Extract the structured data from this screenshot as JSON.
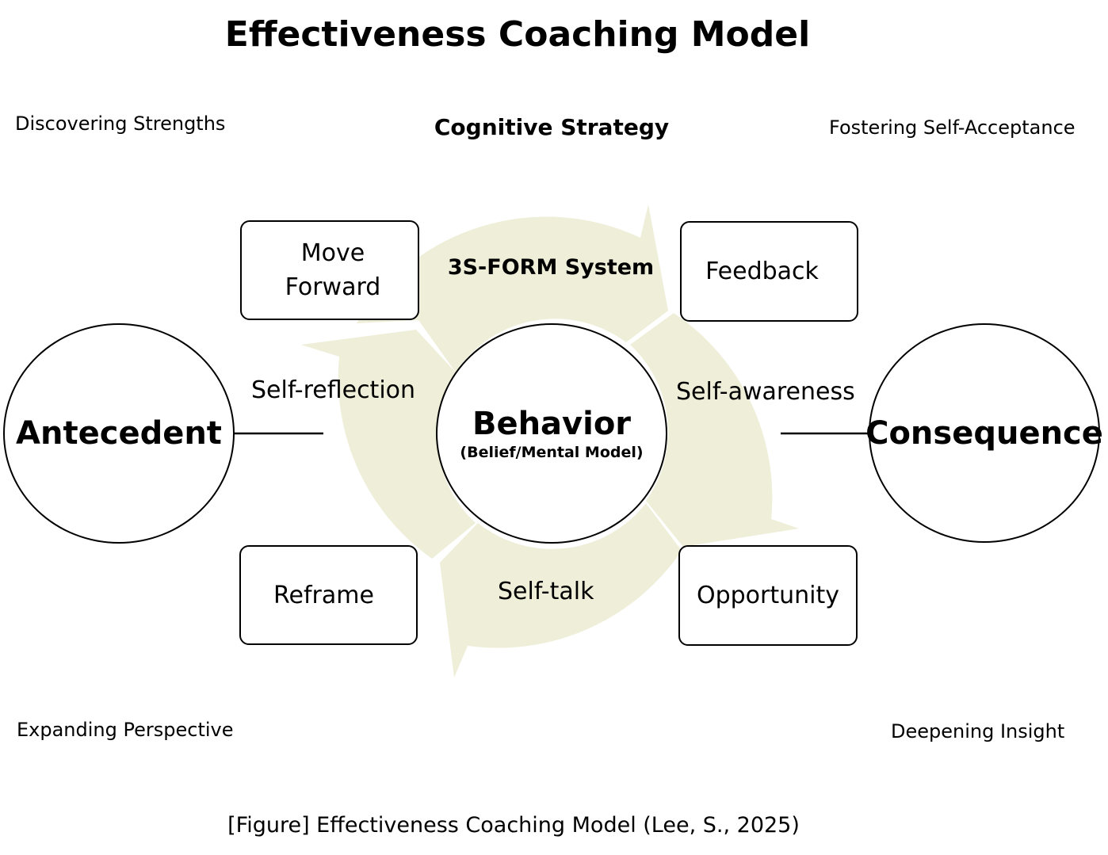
{
  "title": "Effectiveness Coaching Model",
  "corners": {
    "top_left": "Discovering Strengths",
    "top_right": "Fostering Self-Acceptance",
    "bottom_left": "Expanding Perspective",
    "bottom_right": "Deepening Insight"
  },
  "strategy": "Cognitive Strategy",
  "system": "3S-FORM System",
  "boxes": {
    "move_forward_line1": "Move",
    "move_forward_line2": "Forward",
    "feedback": "Feedback",
    "reframe": "Reframe",
    "opportunity": "Opportunity"
  },
  "processes": {
    "self_reflection": "Self-reflection",
    "self_awareness": "Self-awareness",
    "self_talk": "Self-talk"
  },
  "nodes": {
    "antecedent": "Antecedent",
    "consequence": "Consequence",
    "behavior": "Behavior",
    "behavior_sub": "(Belief/Mental Model)"
  },
  "caption": "[Figure] Effectiveness Coaching Model (Lee, S., 2025)",
  "colors": {
    "cycle_fill": "#eeeed9",
    "stroke": "#000000",
    "background": "#ffffff"
  }
}
